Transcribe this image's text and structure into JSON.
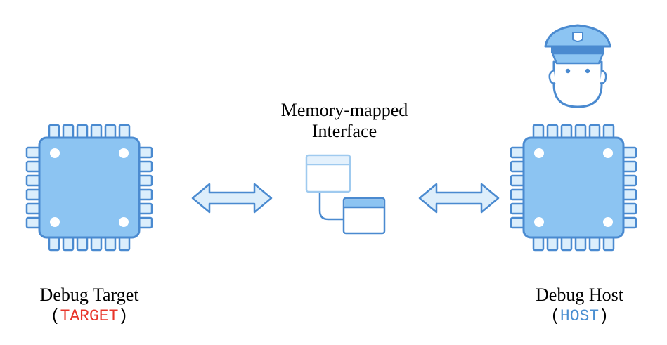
{
  "middle": {
    "title_line1": "Memory-mapped",
    "title_line2": "Interface"
  },
  "target": {
    "name": "Debug Target",
    "code_open": "(",
    "code": "TARGET",
    "code_close": ")",
    "code_color": "#e8352a"
  },
  "host": {
    "name": "Debug Host",
    "code_open": "(",
    "code": "HOST",
    "code_close": ")",
    "code_color": "#4a8fd1"
  },
  "colors": {
    "chip_fill": "#8cc4f2",
    "chip_stroke": "#4a8ad0",
    "pin_fill": "#dbeefc",
    "arrow_fill": "#ddeefb",
    "officer_cap": "#8cc4f2"
  },
  "icons": {
    "left_chip": "microchip-icon",
    "right_chip": "microchip-icon",
    "officer": "police-officer-icon",
    "interface": "linked-windows-icon",
    "left_arrow": "double-arrow-icon",
    "right_arrow": "double-arrow-icon"
  }
}
